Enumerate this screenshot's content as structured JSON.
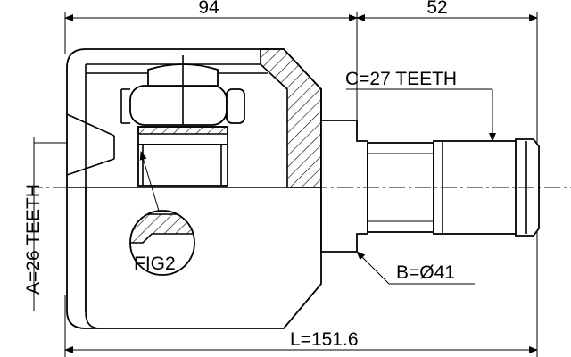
{
  "drawing": {
    "dims": {
      "overall_left_length": "94",
      "overall_right_length": "52",
      "total_length": "L=151.6",
      "outer_spline": "C=27 TEETH",
      "inner_spline": "A=26 TEETH",
      "seal_diameter": "B=Ø41",
      "detail_callout": "FIG2"
    },
    "colors": {
      "line": "#000000",
      "background": "#ffffff"
    }
  }
}
